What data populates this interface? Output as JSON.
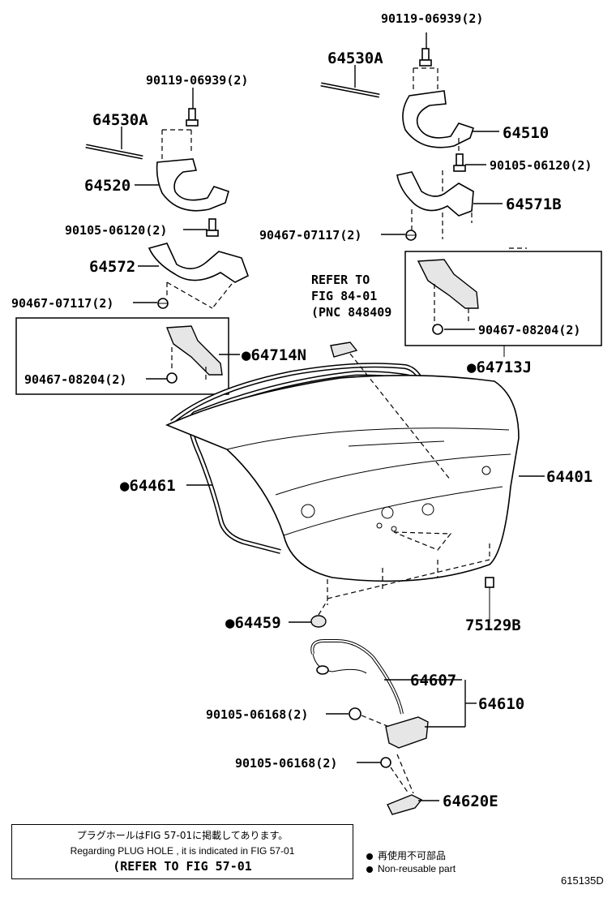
{
  "callouts": {
    "p90119_06939_right": "90119-06939(2)",
    "p64530A_right": "64530A",
    "p90119_06939_left": "90119-06939(2)",
    "p64530A_left": "64530A",
    "p64510": "64510",
    "p90105_06120_right": "90105-06120(2)",
    "p64520": "64520",
    "p64571B": "64571B",
    "p90105_06120_left": "90105-06120(2)",
    "p90467_07117_right": "90467-07117(2)",
    "p64572": "64572",
    "refer_line1": "REFER TO",
    "refer_line2": "FIG 84-01",
    "refer_line3": "(PNC 848409",
    "p90467_08204_right": "90467-08204(2)",
    "p90467_07117_left": "90467-07117(2)",
    "p64714N": "●64714N",
    "p64713J": "●64713J",
    "p90467_08204_left": "90467-08204(2)",
    "p64401": "64401",
    "p64461": "●64461",
    "p64459": "●64459",
    "p75129B": "75129B",
    "p64607": "64607",
    "p64610": "64610",
    "p90105_06168_upper": "90105-06168(2)",
    "p90105_06168_lower": "90105-06168(2)",
    "p64620E": "64620E"
  },
  "note": {
    "jp": "プラグホールはFIG 57-01に掲載してあります。",
    "en": "Regarding  PLUG  HOLE , it is indicated in  FIG  57-01",
    "ref": "(REFER TO FIG 57-01"
  },
  "legend": {
    "jp": "再使用不可部品",
    "en": "Non-reusable part"
  },
  "diagram_code": "615135D"
}
